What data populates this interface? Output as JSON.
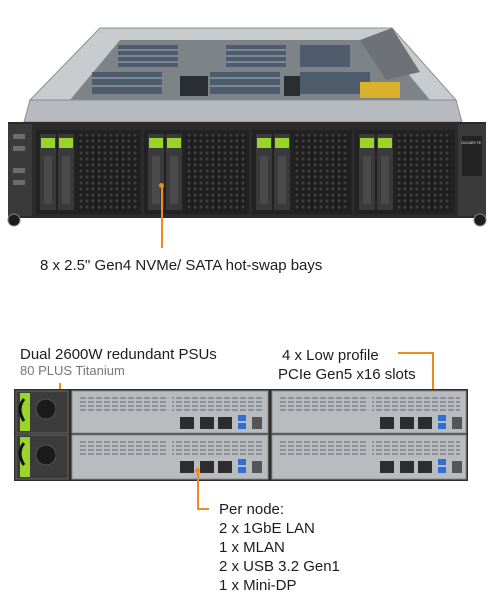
{
  "front": {
    "caption": "8 x 2.5\" Gen4 NVMe/ SATA hot-swap bays",
    "badge": "GIGABYTE"
  },
  "rear": {
    "psu_title": "Dual 2600W redundant PSUs",
    "psu_subtitle": "80 PLUS Titanium",
    "slots_line1": "4 x Low profile",
    "slots_line2": "PCIe Gen5 x16 slots",
    "per_node_title": "Per node:",
    "per_node_items": [
      "2 x 1GbE LAN",
      "1 x MLAN",
      "2 x USB 3.2 Gen1",
      "1 x Mini-DP"
    ]
  },
  "colors": {
    "accent": "#f08a1c",
    "drive_latch": "#9ad42a",
    "chassis_dark": "#2b2b2b",
    "chassis_metal": "#b9bcbf",
    "usb_blue": "#2f6fd6"
  }
}
